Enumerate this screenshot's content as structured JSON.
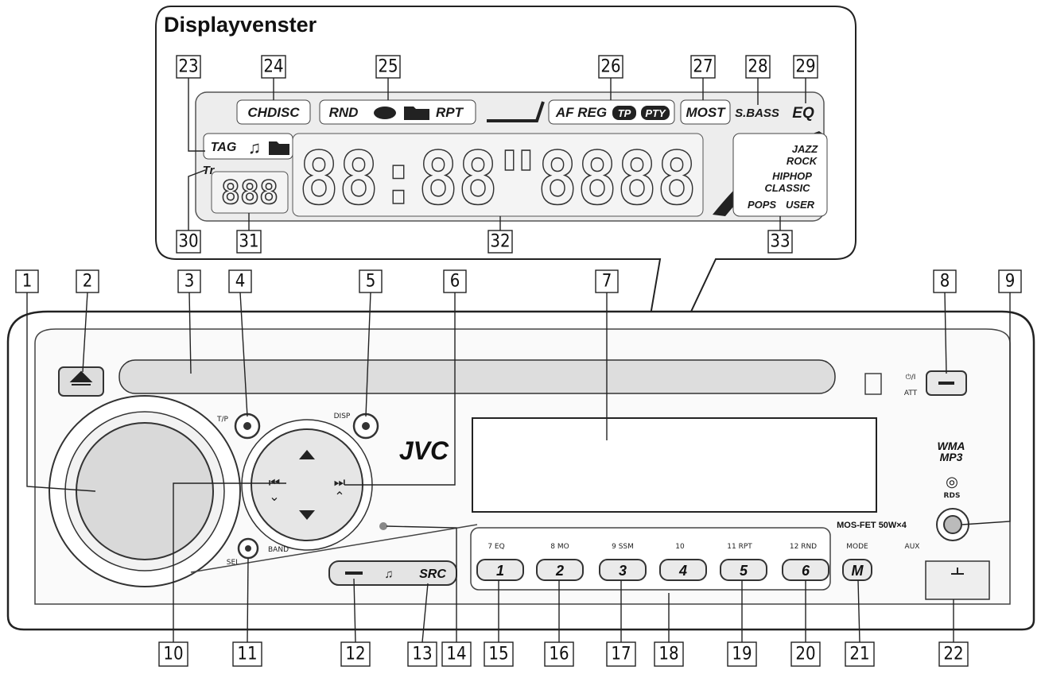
{
  "display_window": {
    "title": "Displayvenster",
    "lcd": {
      "chdisc": "CHDISC",
      "rnd": "RND",
      "rpt": "RPT",
      "af_reg": "AF REG",
      "tp": "TP",
      "pty": "PTY",
      "most": "MOST",
      "sbass": "S.BASS",
      "eq": "EQ",
      "tag": "TAG",
      "tr": "Tr",
      "track_digits": "888",
      "main_segments": "88:88\"8888",
      "eq_modes": [
        "JAZZ",
        "ROCK",
        "HIPHOP",
        "CLASSIC",
        "POPS",
        "USER"
      ]
    }
  },
  "unit": {
    "brand": "JVC",
    "t_p_label": "T/P",
    "disp_label": "DISP",
    "band_label": "BAND",
    "sel_label": "SEL",
    "power_att_label": "⏻/I\nATT",
    "power_symbol": "⏻/I",
    "att_label": "ATT",
    "wma_label": "WMA",
    "mp3_label": "MP3",
    "rds_label": "RDS",
    "mosfet_label": "MOS-FET  50W×4",
    "src_label": "SRC",
    "preset_labels": [
      "7  EQ",
      "8  MO",
      "9  SSM",
      "10",
      "11  RPT",
      "12  RND"
    ],
    "preset_buttons": [
      "1",
      "2",
      "3",
      "4",
      "5",
      "6"
    ],
    "mode_label": "MODE",
    "mode_button": "M",
    "aux_label": "AUX"
  },
  "callouts": {
    "top_display": [
      "23",
      "24",
      "25",
      "26",
      "27",
      "28",
      "29",
      "30",
      "31",
      "32",
      "33"
    ],
    "unit_top": [
      "1",
      "2",
      "3",
      "4",
      "5",
      "6",
      "7",
      "8",
      "9"
    ],
    "unit_bottom": [
      "10",
      "11",
      "12",
      "13",
      "14",
      "15",
      "16",
      "17",
      "18",
      "19",
      "20",
      "21",
      "22"
    ]
  }
}
